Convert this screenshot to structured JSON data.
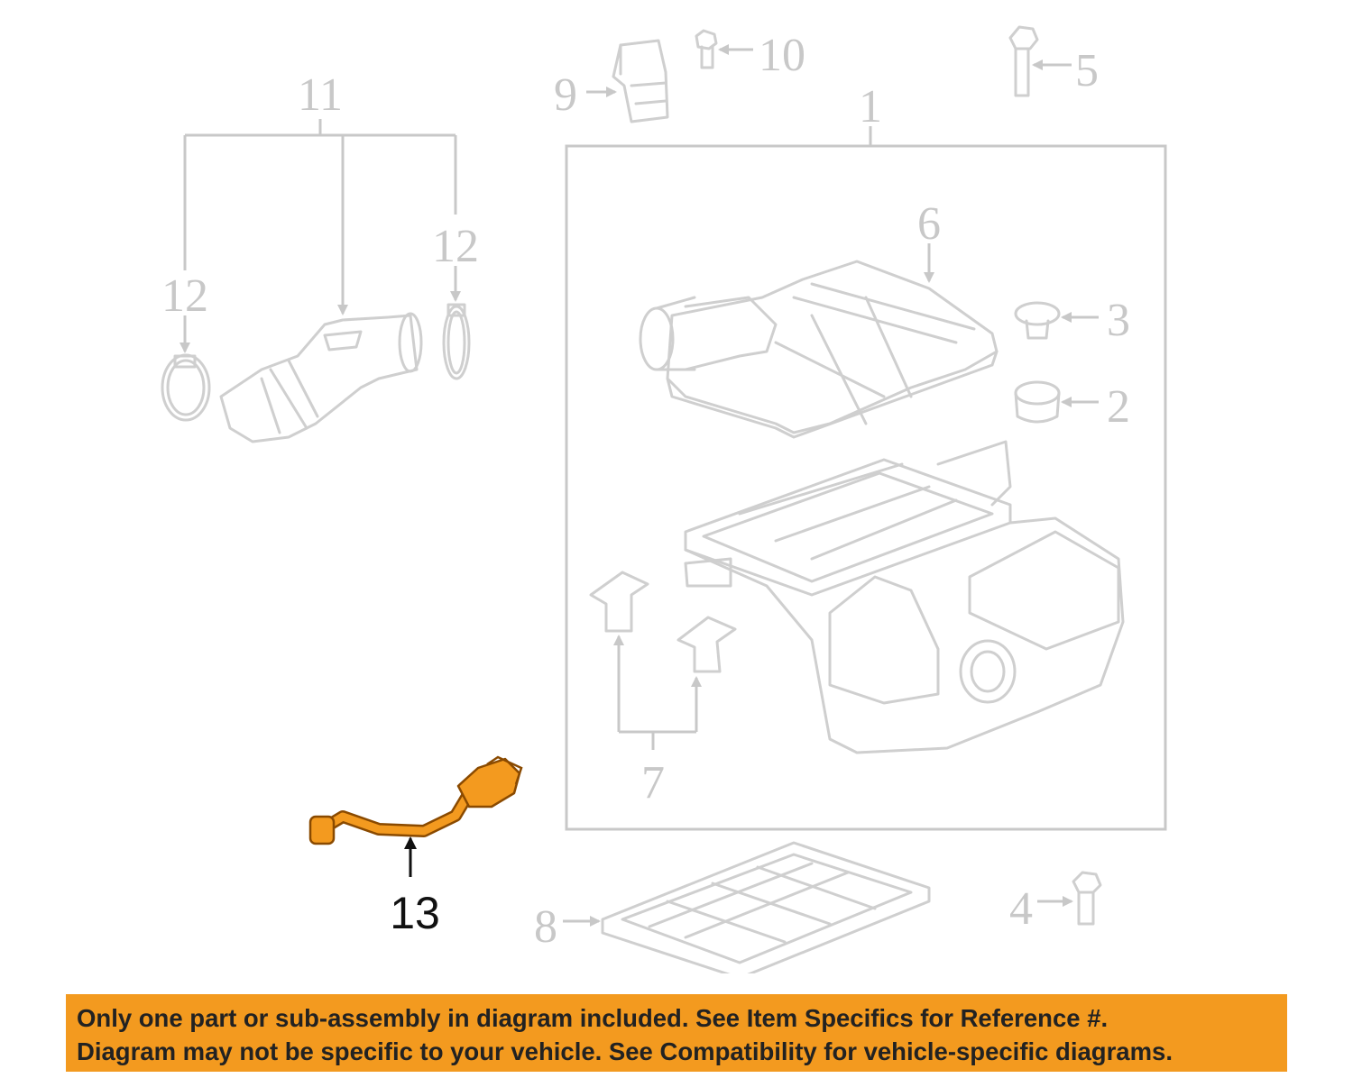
{
  "callouts": {
    "c1": "1",
    "c2": "2",
    "c3": "3",
    "c4": "4",
    "c5": "5",
    "c6": "6",
    "c7": "7",
    "c8": "8",
    "c9": "9",
    "c10": "10",
    "c11": "11",
    "c12a": "12",
    "c12b": "12",
    "c13": "13"
  },
  "highlighted_part": "13",
  "colors": {
    "highlight": "#f39a1f",
    "highlight_outline": "#8a4a00",
    "faded_part": "#cfcfcf",
    "banner": "#f39a1f",
    "banner_text": "#222222"
  },
  "disclaimer": {
    "line1": "Only one part or sub-assembly in diagram included. See Item Specifics for Reference #.",
    "line2": "Diagram may not be specific to your vehicle. See Compatibility for vehicle-specific diagrams."
  }
}
